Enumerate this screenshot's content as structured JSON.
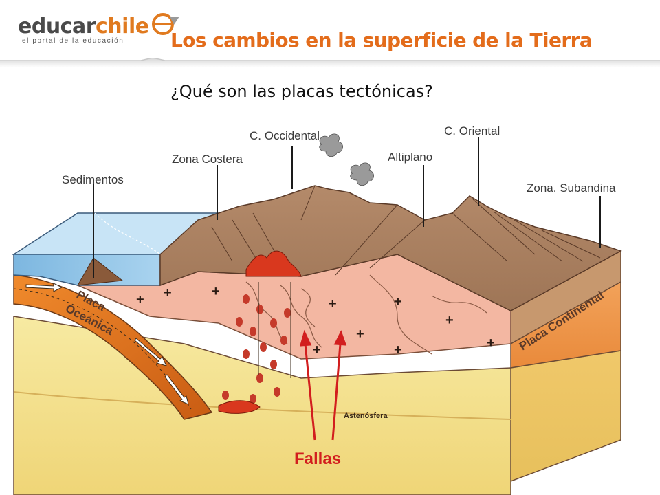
{
  "logo": {
    "brand_part1": "educar",
    "brand_part2": "chile",
    "tagline": "el portal de la educación"
  },
  "slide": {
    "title": "Los cambios en la superficie de la Tierra",
    "subtitle": "¿Qué son las placas tectónicas?"
  },
  "diagram": {
    "labels": {
      "sedimentos": "Sedimentos",
      "zona_costera": "Zona Costera",
      "c_occidental": "C. Occidental",
      "altiplano": "Altiplano",
      "c_oriental": "C. Oriental",
      "zona_subandina": "Zona. Subandina",
      "placa_oceanica_1": "Placa",
      "placa_oceanica_2": "Oceánica",
      "placa_continental": "Placa Continental",
      "astenosfera": "Astenósfera",
      "fallas": "Fallas"
    },
    "colors": {
      "ocean": "#8ec3e6",
      "mountains": "#a77a5c",
      "crust": "#f3b7a2",
      "mantle": "#f5e38c",
      "oceanic_plate": "#e57d28",
      "magma": "#d9381e",
      "accent": "#e36c1b"
    }
  }
}
